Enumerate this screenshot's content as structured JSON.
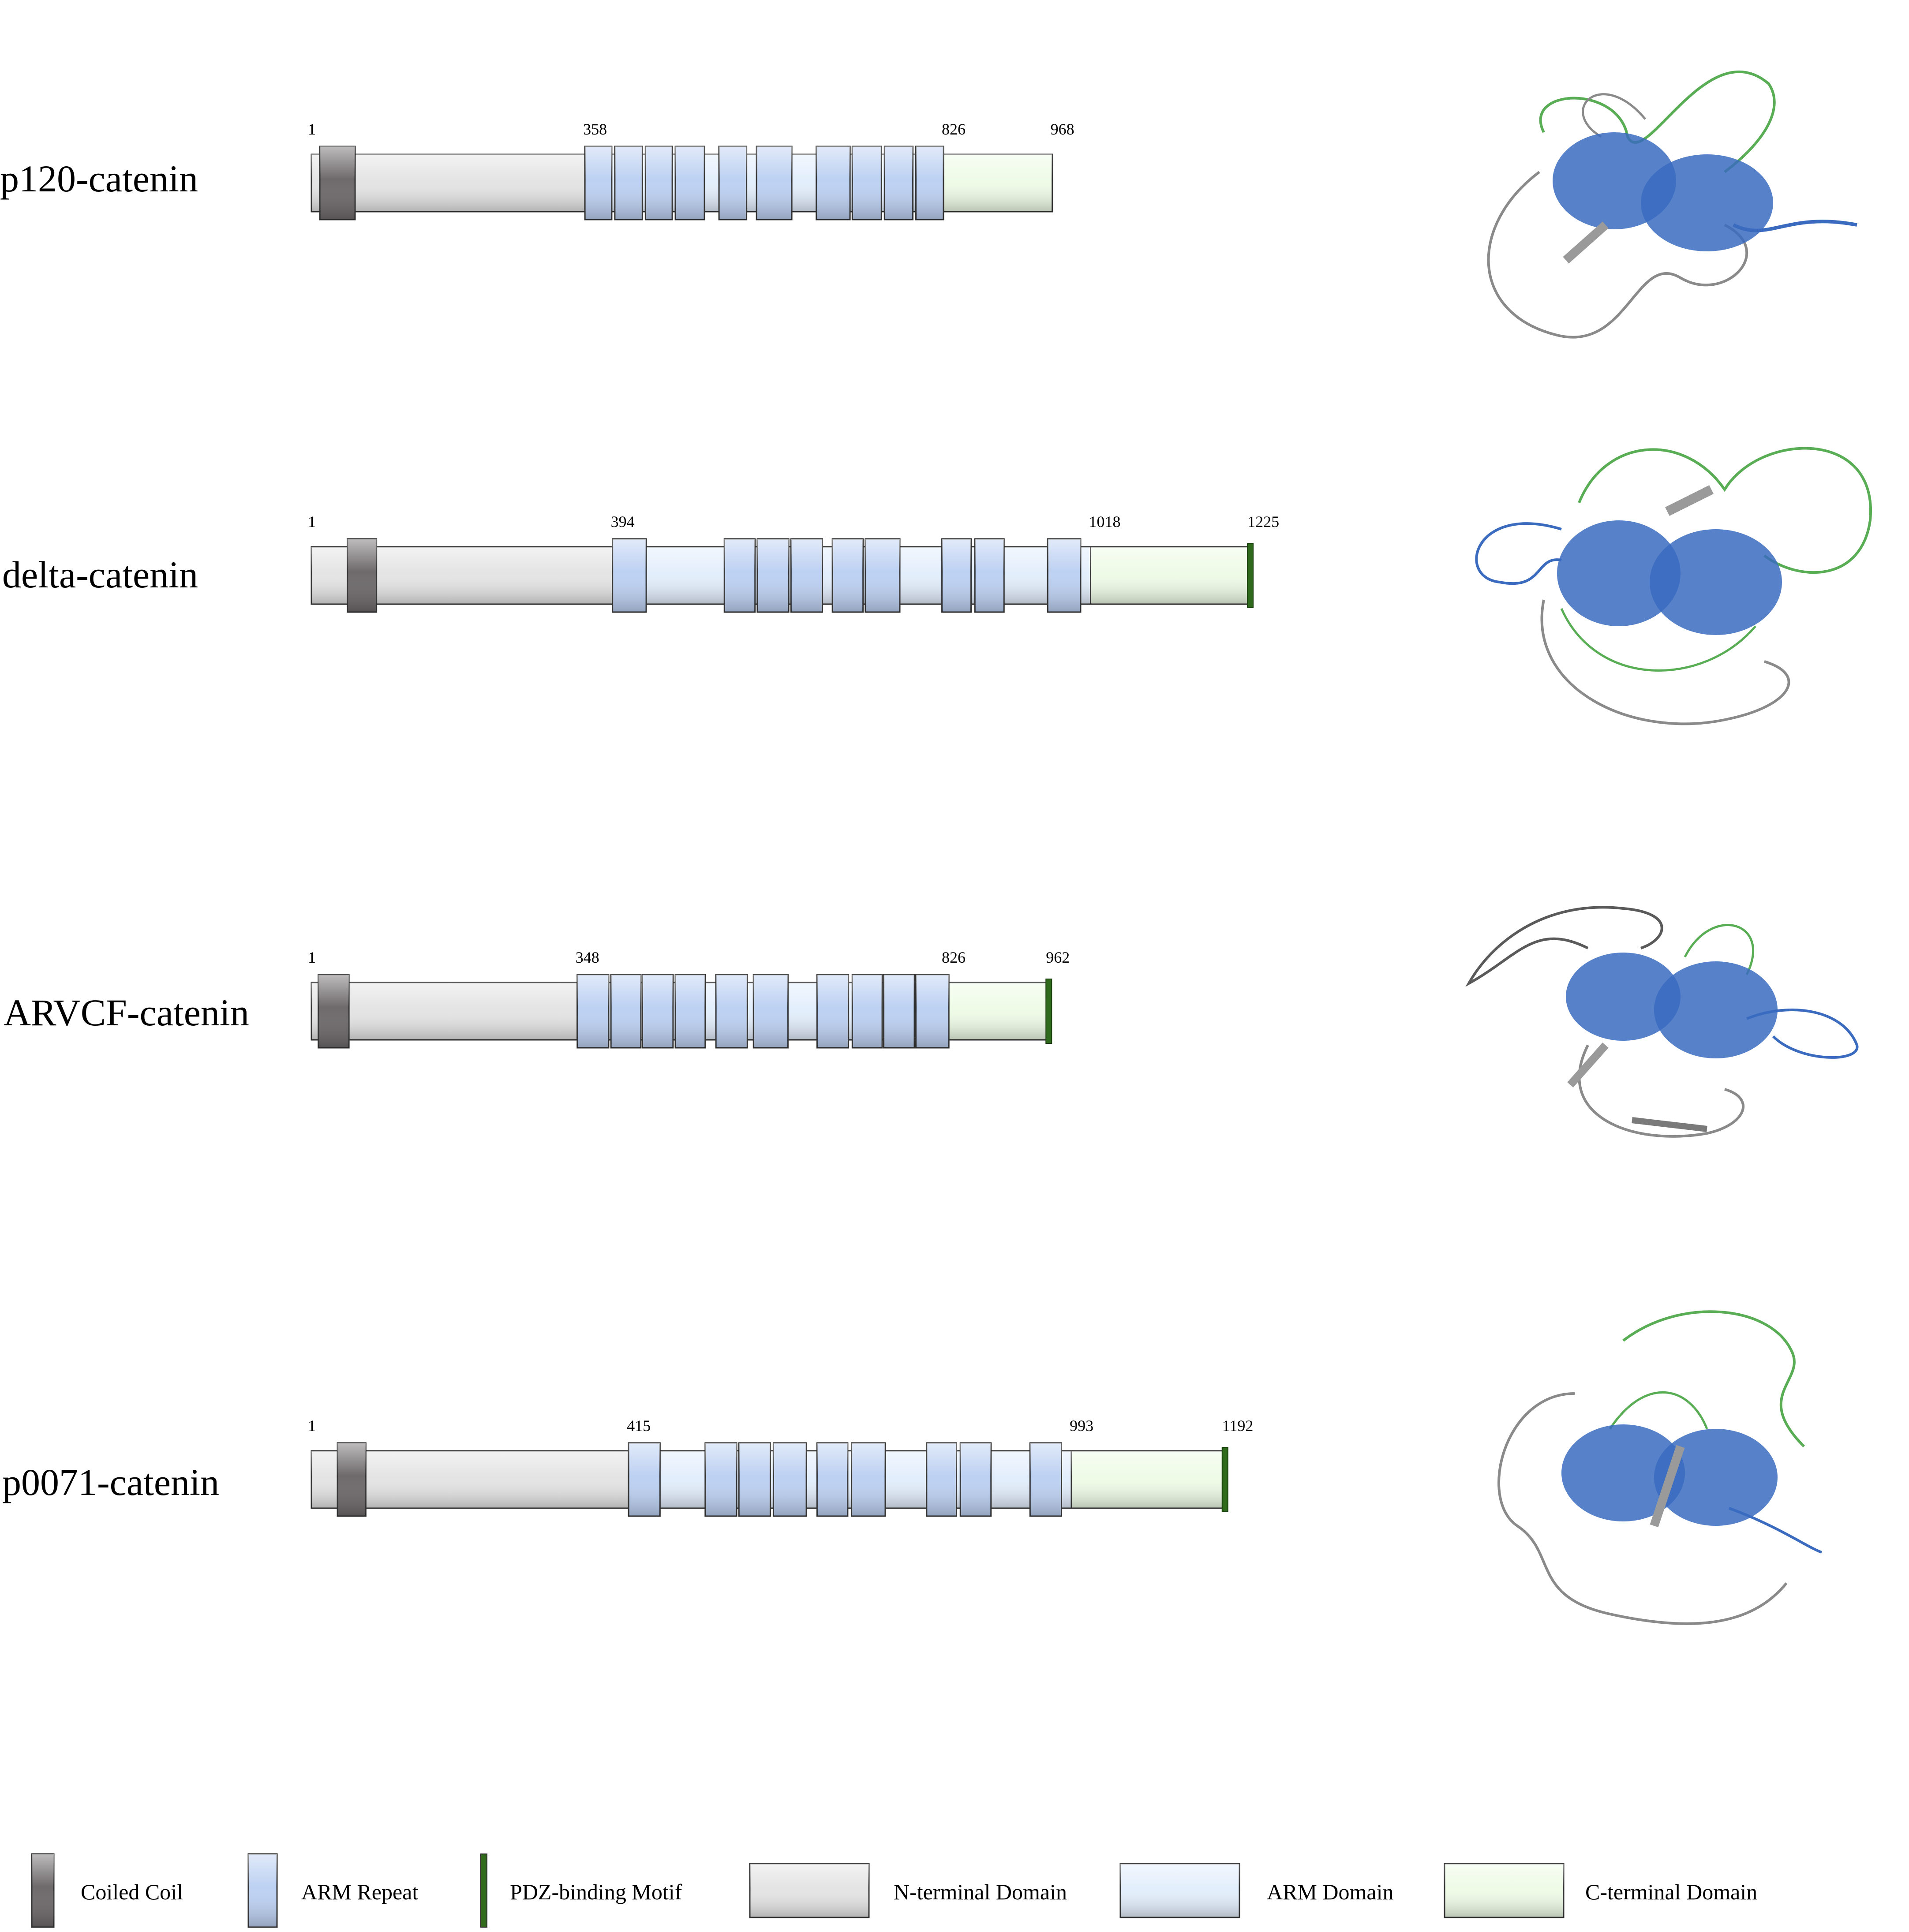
{
  "colors": {
    "n_terminal": "#e4e4e4",
    "arm_domain": "#e3eefc",
    "c_terminal": "#eefbe6",
    "arm_repeat": "#bdd1f2",
    "coiled_coil": "#6e6a6b",
    "pdz_motif": "#2f6a1c",
    "outline": "#333333",
    "struct_blue": "#3a6bbf",
    "struct_green": "#59ad54",
    "struct_gray": "#8a8a8a"
  },
  "proteins": [
    {
      "name": "p120-catenin",
      "length": 968,
      "labels": [
        "1",
        "358",
        "826",
        "968"
      ],
      "n_domain_end": 358,
      "arm_domain_end": 826,
      "coiled_coil": [
        12,
        58
      ],
      "arm_repeats": [
        [
          358,
          393
        ],
        [
          397,
          433
        ],
        [
          437,
          472
        ],
        [
          476,
          514
        ],
        [
          533,
          569
        ],
        [
          582,
          628
        ],
        [
          660,
          704
        ],
        [
          707,
          745
        ],
        [
          749,
          786
        ],
        [
          790,
          826
        ]
      ],
      "pdz_motif": false
    },
    {
      "name": "delta-catenin",
      "length": 1225,
      "labels": [
        "1",
        "394",
        "1018",
        "1225"
      ],
      "n_domain_end": 394,
      "arm_domain_end": 1018,
      "coiled_coil": [
        48,
        86
      ],
      "arm_repeats": [
        [
          394,
          438
        ],
        [
          540,
          580
        ],
        [
          583,
          624
        ],
        [
          627,
          668
        ],
        [
          681,
          721
        ],
        [
          724,
          769
        ],
        [
          824,
          862
        ],
        [
          867,
          905
        ],
        [
          962,
          1005
        ]
      ],
      "pdz_motif": true
    },
    {
      "name": "ARVCF-catenin",
      "length": 962,
      "labels": [
        "1",
        "348",
        "826",
        "962"
      ],
      "n_domain_end": 348,
      "arm_domain_end": 826,
      "coiled_coil": [
        10,
        50
      ],
      "arm_repeats": [
        [
          348,
          389
        ],
        [
          392,
          431
        ],
        [
          433,
          473
        ],
        [
          476,
          515
        ],
        [
          529,
          570
        ],
        [
          578,
          623
        ],
        [
          661,
          702
        ],
        [
          707,
          746
        ],
        [
          748,
          788
        ],
        [
          790,
          833
        ]
      ],
      "pdz_motif": true
    },
    {
      "name": "p0071-catenin",
      "length": 1192,
      "labels": [
        "1",
        "415",
        "993",
        "1192"
      ],
      "n_domain_end": 415,
      "arm_domain_end": 993,
      "coiled_coil": [
        35,
        72
      ],
      "arm_repeats": [
        [
          415,
          456
        ],
        [
          515,
          556
        ],
        [
          559,
          600
        ],
        [
          604,
          647
        ],
        [
          661,
          701
        ],
        [
          706,
          750
        ],
        [
          804,
          843
        ],
        [
          848,
          888
        ],
        [
          939,
          980
        ]
      ],
      "pdz_motif": true
    }
  ],
  "legend": [
    {
      "key": "coiled_coil",
      "label": "Coiled Coil"
    },
    {
      "key": "arm_repeat",
      "label": "ARM Repeat"
    },
    {
      "key": "pdz_motif",
      "label": "PDZ-binding Motif"
    },
    {
      "key": "n_terminal",
      "label": "N-terminal Domain"
    },
    {
      "key": "arm_domain",
      "label": "ARM Domain"
    },
    {
      "key": "c_terminal",
      "label": "C-terminal Domain"
    }
  ]
}
